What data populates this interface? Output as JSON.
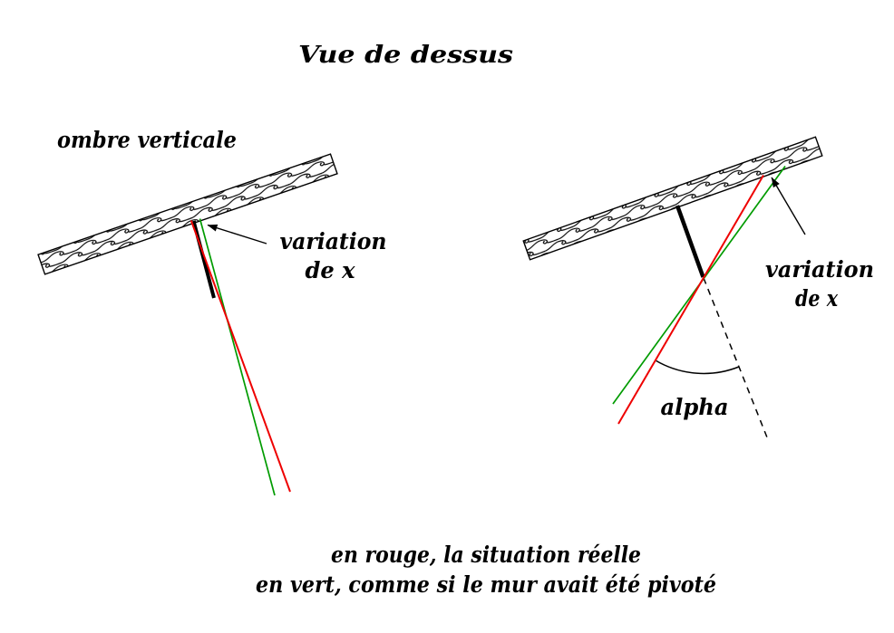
{
  "title": "Vue de dessus",
  "left_diagram": {
    "wall_label": "ombre verticale",
    "variation_label": {
      "line1": "variation",
      "line2": "de x"
    }
  },
  "right_diagram": {
    "variation_label": {
      "line1": "variation",
      "line2": "de x"
    },
    "angle_label": "alpha"
  },
  "caption": {
    "line1": "en rouge, la situation réelle",
    "line2": "en vert, comme si le mur avait été pivoté"
  },
  "legend_colors": {
    "real_situation_red": "#ee0000",
    "pivoted_wall_green": "#009b00"
  }
}
